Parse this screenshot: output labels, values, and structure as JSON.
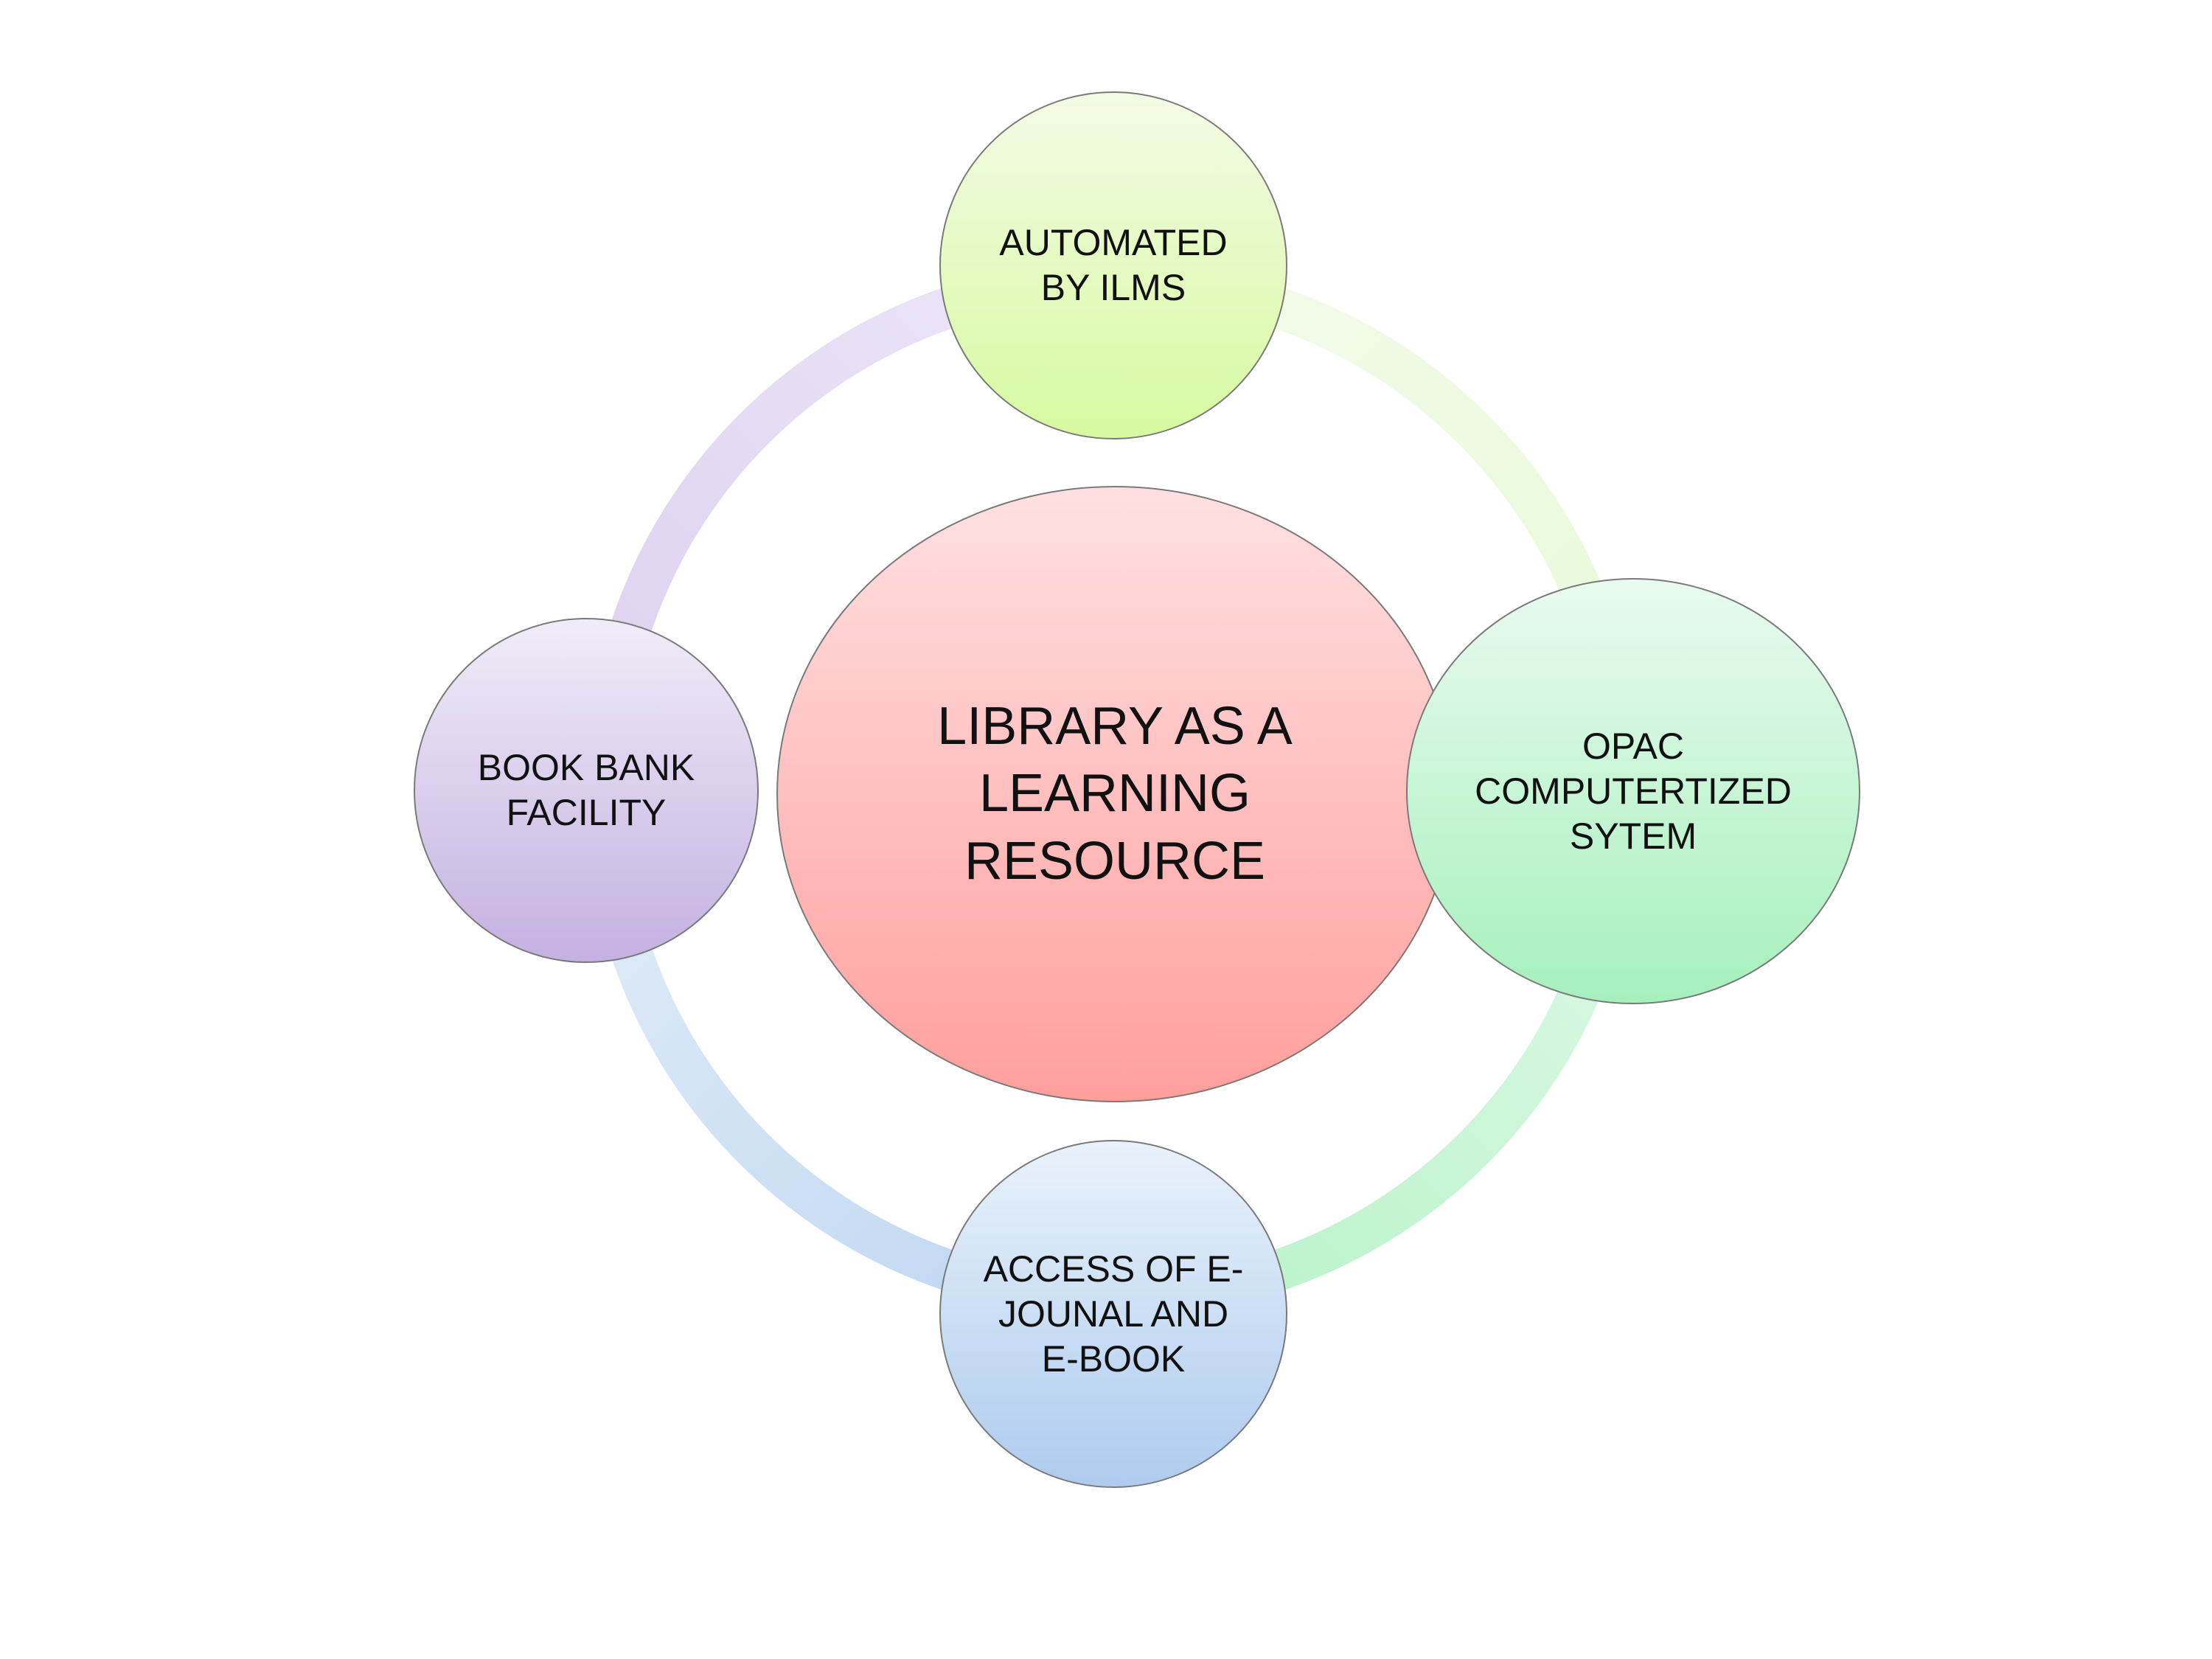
{
  "diagram": {
    "center": {
      "label": "LIBRARY AS A\nLEARNING\nRESOURCE",
      "color_top": "#ffe0e2",
      "color_bottom": "#ff9f9c"
    },
    "nodes": [
      {
        "id": "top",
        "label": "AUTOMATED\nBY ILMS",
        "color_top": "#f3fbe5",
        "color_bottom": "#d7f9a0"
      },
      {
        "id": "right",
        "label": "OPAC\nCOMPUTERTIZED\nSYTEM",
        "color_top": "#e9faef",
        "color_bottom": "#a6f0bc"
      },
      {
        "id": "bottom",
        "label": "ACCESS OF E-\nJOUNAL AND\nE-BOOK",
        "color_top": "#e9f2fb",
        "color_bottom": "#aecbee"
      },
      {
        "id": "left",
        "label": "BOOK BANK\nFACILITY",
        "color_top": "#f1ecf8",
        "color_bottom": "#c3b1e1"
      }
    ],
    "ring_colors": {
      "top_right": "#e8f9d8",
      "right_bottom": "#b6f2c8",
      "bottom_left": "#bdd6f1",
      "left_top": "#ddd0f0"
    },
    "stroke_color": "#7a7a7a"
  }
}
